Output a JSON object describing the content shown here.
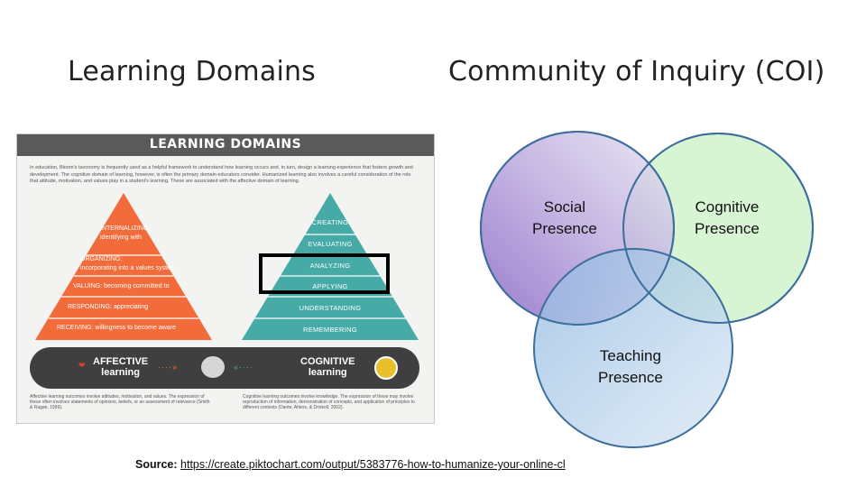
{
  "headings": {
    "left": "Learning Domains",
    "right": "Community of Inquiry (COI)"
  },
  "infographic": {
    "title": "LEARNING DOMAINS",
    "intro": "In education, Bloom's taxonomy is frequently used as a helpful framework to understand how learning occurs and, in turn, design a learning experience that fosters growth and development. The cognitive domain of learning, however, is often the primary domain educators consider. Humanized learning also involves a careful consideration of the role that attitude, motivation, and values play in a student's learning. These are associated with the affective domain of learning.",
    "affective_levels": [
      {
        "name": "INTERNALIZING:",
        "desc": "identifying with"
      },
      {
        "name": "ORGANIZING:",
        "desc": "incorporating into a values system"
      },
      {
        "name": "VALUING:",
        "desc": "becoming committed to"
      },
      {
        "name": "RESPONDING:",
        "desc": "appreciating"
      },
      {
        "name": "RECEIVING:",
        "desc": "willingness to become aware"
      }
    ],
    "cognitive_levels": [
      "CREATING",
      "EVALUATING",
      "ANALYZING",
      "APPLYING",
      "UNDERSTANDING",
      "REMEMBERING"
    ],
    "affective_label_1": "AFFECTIVE",
    "affective_label_2": "learning",
    "cognitive_label_1": "COGNITIVE",
    "cognitive_label_2": "learning",
    "affective_footer": "Affective learning outcomes involve attitudes, motivation, and values. The expression of these often involves statements of opinions, beliefs, or an assessment of relevance (Smith & Ragan, 1999).",
    "cognitive_footer": "Cognitive learning outcomes involve knowledge. The expression of these may involve reproduction of information, demonstration of concepts, and application of principles to different contexts (Dante, Ahlers, & Driskoll, 2002).",
    "colors": {
      "affective": "#f26b3a",
      "cognitive": "#46aaa6",
      "bar": "#3f3f3f"
    }
  },
  "venn": {
    "social_1": "Social",
    "social_2": "Presence",
    "cognitive_1": "Cognitive",
    "cognitive_2": "Presence",
    "teaching_1": "Teaching",
    "teaching_2": "Presence",
    "colors": {
      "social": "#b99ad8",
      "cognitive": "#c9f0c4",
      "teaching": "#c3d9ee",
      "outline": "#3d6e9c"
    }
  },
  "source": {
    "label": "Source:",
    "url": "https://create.piktochart.com/output/5383776-how-to-humanize-your-online-cl"
  }
}
